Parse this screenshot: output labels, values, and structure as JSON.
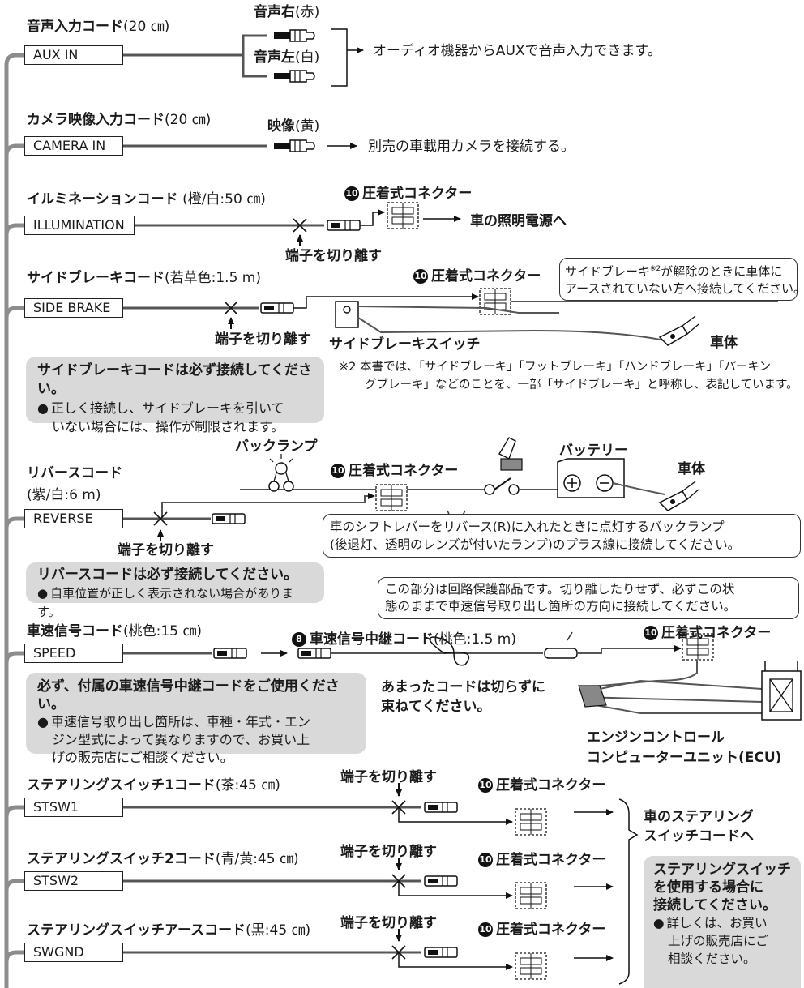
{
  "cords": {
    "aux": {
      "name": "音声入力コード",
      "spec": "(20 ㎝)",
      "label": "AUX IN"
    },
    "camera": {
      "name": "カメラ映像入力コード",
      "spec": "(20 ㎝)",
      "label": "CAMERA IN"
    },
    "illum": {
      "name": "イルミネーションコード",
      "spec": " (橙/白:50 ㎝)",
      "label": "ILLUMINATION"
    },
    "brake": {
      "name": "サイドブレーキコード",
      "spec": "(若草色:1.5 m)",
      "label": "SIDE BRAKE"
    },
    "reverse": {
      "name": "リバースコード",
      "spec": "(紫/白:6 m)",
      "label": "REVERSE"
    },
    "speed": {
      "name": "車速信号コード",
      "spec": "(桃色:15 ㎝)",
      "label": "SPEED"
    },
    "stsw1": {
      "name": "ステアリングスイッチ1コード",
      "spec": "(茶:45 ㎝)",
      "label": "STSW1"
    },
    "stsw2": {
      "name": "ステアリングスイッチ2コード",
      "spec": "(青/黄:45 ㎝)",
      "label": "STSW2"
    },
    "swgnd": {
      "name": "ステアリングスイッチアースコード",
      "spec": "(黒:45 ㎝)",
      "label": "SWGND"
    }
  },
  "aux_plugs": {
    "right": {
      "name": "音声右",
      "color": "(赤)"
    },
    "left": {
      "name": "音声左",
      "color": "(白)"
    },
    "dest": "オーディオ機器からAUXで音声入力できます。"
  },
  "camera_plug": {
    "name": "映像",
    "color": "(黄)",
    "dest": "別売の車載用カメラを接続する。"
  },
  "connector": {
    "num": "10",
    "text": "圧着式コネクター"
  },
  "relay_num": "8",
  "cut_label": "端子を切り離す",
  "illum_dest": "車の照明電源へ",
  "brake": {
    "callout_line1": "サイドブレーキ",
    "callout_sup": "※2",
    "callout_line1b": "が解除のときに車体に",
    "callout_line2": "アースされていない方へ接続してください。",
    "switch_label": "サイドブレーキスイッチ",
    "body_label": "車体",
    "box_title": "サイドブレーキコードは必ず接続してください。",
    "box_line1": "正しく接続し、サイドブレーキを引いて",
    "box_line2": "いない場合には、操作が制限されます。",
    "note_line1": "※2 本書では、「サイドブレーキ」「フットブレーキ」「ハンドブレーキ」「パーキン",
    "note_line2": "グブレーキ」などのことを、一部「サイドブレーキ」と呼称し、表記しています。"
  },
  "reverse": {
    "lamp_label": "バックランプ",
    "battery_label": "バッテリー",
    "body_label": "車体",
    "callout_line1": "車のシフトレバーをリバース(R)に入れたときに点灯するバックランプ",
    "callout_line2": "(後退灯、透明のレンズが付いたランプ)のプラス線に接続してください。",
    "box_title": "リバースコードは必ず接続してください。",
    "box_line1": "自車位置が正しく表示されない場合があります。"
  },
  "speed": {
    "relay_name": "車速信号中継コード",
    "relay_spec": "(桃色:1.5 m)",
    "callout_line1": "この部分は回路保護部品です。切り離したりせず、必ずこの状",
    "callout_line2": "態のままで車速信号取り出し箇所の方向に接続してください。",
    "bundle_line1": "あまったコードは切らずに",
    "bundle_line2": "束ねてください。",
    "ecu_line1": "エンジンコントロール",
    "ecu_line2": "コンピューターユニット(ECU)",
    "box_title": "必ず、付属の車速信号中継コードをご使用ください。",
    "box_line1": "車速信号取り出し箇所は、車種・年式・エン",
    "box_line2": "ジン型式によって異なりますので、お買い上",
    "box_line3": "げの販売店にご相談ください。"
  },
  "steering": {
    "dest_line1": "車のステアリング",
    "dest_line2": "スイッチコードへ",
    "box_line1": "ステアリングスイッチ",
    "box_line2": "を使用する場合に",
    "box_line3": "接続してください。",
    "box_b1": "詳しくは、お買い",
    "box_b2": "上げの販売店にご",
    "box_b3": "相談ください。"
  },
  "colors": {
    "wire": "#8c8c8c",
    "box": "#d9d9d9",
    "ink": "#1a1a1a"
  }
}
